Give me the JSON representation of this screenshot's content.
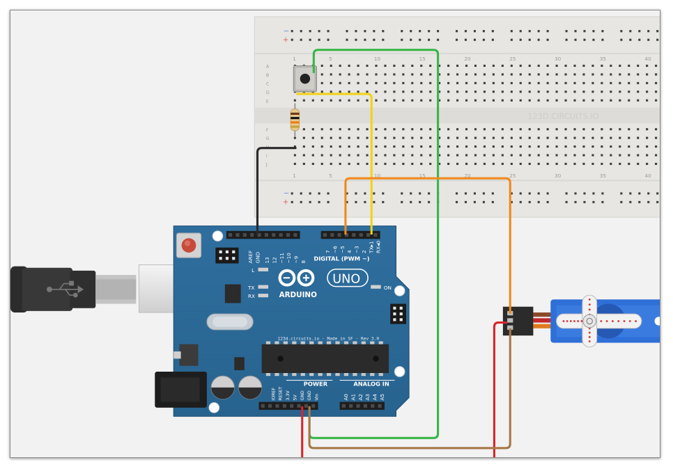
{
  "breadboard": {
    "watermark": "123D.CIRCUITS.IO",
    "column_numbers": [
      "1",
      "5",
      "10",
      "15",
      "20",
      "25",
      "30",
      "35",
      "40"
    ],
    "row_letters_top": [
      "A",
      "B",
      "C",
      "D",
      "E"
    ],
    "row_letters_bottom": [
      "F",
      "G",
      "H",
      "I",
      "J"
    ],
    "rail_minus": "−",
    "rail_plus": "+"
  },
  "arduino": {
    "logo_text": "ARDUINO",
    "model": "UNO",
    "digital_label": "DIGITAL (PWM ~)",
    "power_label": "POWER",
    "analog_label": "ANALOG IN",
    "board_info": "123d.circuits.io - Made in SF - Rev 3.0",
    "led_l": "L",
    "led_tx": "TX",
    "led_rx": "RX",
    "led_on": "ON",
    "digital_pins": [
      "AREF",
      "GND",
      "13",
      "12",
      "~11",
      "~10",
      "~9",
      "8",
      "7",
      "~6",
      "~5",
      "4",
      "~3",
      "2",
      "TX▸1",
      "RX◂0"
    ],
    "power_pins": [
      "IOREF",
      "RESET",
      "3.3V",
      "5V",
      "GND",
      "GND",
      "Vin"
    ],
    "analog_pins": [
      "A0",
      "A1",
      "A2",
      "A3",
      "A4",
      "A5"
    ]
  },
  "wire_colors": {
    "green": "#39b54a",
    "yellow": "#f2d21b",
    "orange": "#ef8a1e",
    "black": "#2a2a2a",
    "red": "#d8262c",
    "brown": "#a87848"
  },
  "icons": {
    "usb_symbol": "usb-icon",
    "arduino_infinity": "infinity-logo-icon"
  }
}
